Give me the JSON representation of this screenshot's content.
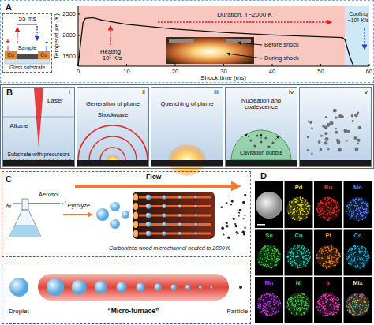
{
  "diagram": {
    "nodes": [
      {
        "text": [
          "A"
        ]
      },
      {
        "text": [
          "55 ms",
          "+",
          "-",
          "Sample",
          "Cu",
          "Cu",
          "Glass substrate"
        ],
        "in": 0
      },
      {
        "text": [
          "B"
        ]
      },
      {
        "text": [
          "Laser",
          "i",
          "Alkane",
          "Substrate with precursors"
        ],
        "in": 2
      },
      {
        "text": [
          "Generation of plume",
          "Shockwave",
          "ii"
        ],
        "in": 2
      },
      {
        "text": [
          "Quenching of plume",
          "iii"
        ],
        "in": 2
      },
      {
        "text": [
          "Nucleation and coalescence",
          "Cavitation bubble",
          "iv"
        ],
        "in": 2
      },
      {
        "text": [
          "v"
        ],
        "in": 2
      },
      {
        "text": [
          "C"
        ]
      },
      {
        "text": [
          "Flow",
          "Ar",
          "Aerosol",
          "Pyrolyze",
          "Carbonized wood microchannel heated to 2000 K"
        ],
        "in": 8
      },
      {
        "text": [
          "Droplet",
          "“Micro-furnace”",
          "Particle"
        ],
        "in": 8
      },
      {
        "text": [
          "D"
        ]
      },
      {
        "text": [
          "Pd"
        ],
        "in": 11
      },
      {
        "text": [
          "Ru"
        ],
        "in": 11
      },
      {
        "text": [
          "Mo"
        ],
        "in": 11
      },
      {
        "text": [
          "Sn"
        ],
        "in": 11
      },
      {
        "text": [
          "Cu"
        ],
        "in": 11
      },
      {
        "text": [
          "Pt"
        ],
        "in": 11
      },
      {
        "text": [
          "Co"
        ],
        "in": 11
      },
      {
        "text": [
          "Mn"
        ],
        "in": 11
      },
      {
        "text": [
          "Ni"
        ],
        "in": 11
      },
      {
        "text": [
          "Ir"
        ],
        "in": 11
      },
      {
        "text": [
          "Mix"
        ],
        "in": 11
      }
    ],
    "labels": [
      "Temperature (K)",
      "2500",
      "2000",
      "1500",
      "0",
      "10",
      "20",
      "30",
      "40",
      "50",
      "60",
      "Shock time (ms)",
      "Heating ~10⁵ K/s",
      "Duration, T~2000 K",
      "Before shock",
      "During shock",
      "Cooling ~10⁵ K/s"
    ]
  }
}
